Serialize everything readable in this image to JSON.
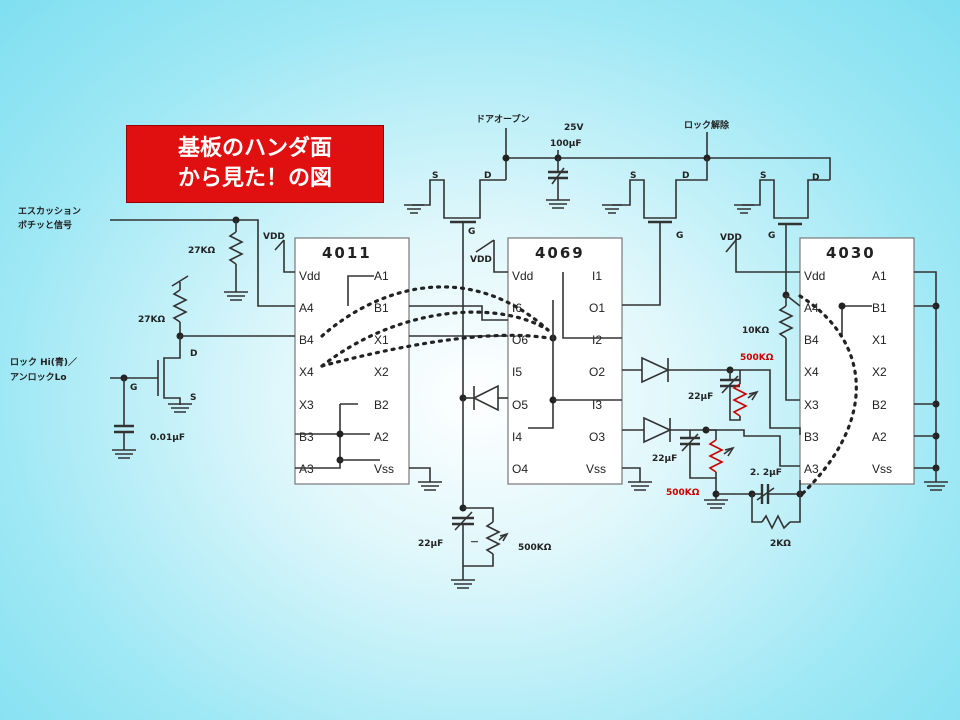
{
  "title": {
    "line1": "基板のハンダ面",
    "line2": "から見た！の図"
  },
  "chips": [
    {
      "name": "4011",
      "left_pins": [
        "Vdd",
        "A4",
        "B4",
        "X4",
        "X3",
        "B3",
        "A3"
      ],
      "right_pins": [
        "A1",
        "B1",
        "X1",
        "X2",
        "B2",
        "A2",
        "Vss"
      ]
    },
    {
      "name": "4069",
      "left_pins": [
        "Vdd",
        "I6",
        "O6",
        "I5",
        "O5",
        "I4",
        "O4"
      ],
      "right_pins": [
        "I1",
        "O1",
        "I2",
        "O2",
        "I3",
        "O3",
        "Vss"
      ]
    },
    {
      "name": "4030",
      "left_pins": [
        "Vdd",
        "A4",
        "B4",
        "X4",
        "X3",
        "B3",
        "A3"
      ],
      "right_pins": [
        "A1",
        "B1",
        "X1",
        "X2",
        "B2",
        "A2",
        "Vss"
      ]
    }
  ],
  "labels": {
    "door_open": "ドアオープン",
    "v25": "25V",
    "cap100": "100μF",
    "lock_release": "ロック解除",
    "escutcheon1": "エスカッション",
    "escutcheon2": "ボチッと信号",
    "r27k_a": "27KΩ",
    "r27k_b": "27KΩ",
    "vdd1": "VDD",
    "vdd2": "VDD",
    "vdd3": "VDD",
    "lock_hi": "ロック Hi(青)／",
    "unlock_lo": "アンロックLo",
    "g_small": "G",
    "cap001": "0.01μF",
    "d_small": "D",
    "s_small": "S",
    "fet1_s": "S",
    "fet1_d": "D",
    "fet1_g": "G",
    "fet2_s": "S",
    "fet2_d": "D",
    "fet2_g": "G",
    "fet3_s": "S",
    "fet3_d": "D",
    "fet3_g": "G",
    "r10k": "10KΩ",
    "r500k_a": "500KΩ",
    "r500k_b": "500KΩ",
    "r500k_c": "500KΩ",
    "cap22_a": "22μF",
    "cap22_b": "22μF",
    "cap22_c": "22μF",
    "cap22_minus": "－",
    "cap2_2": "2. 2μF",
    "r2k": "2KΩ"
  },
  "colors": {
    "title_bg": "#e01010",
    "accent_red": "#cc0000"
  }
}
